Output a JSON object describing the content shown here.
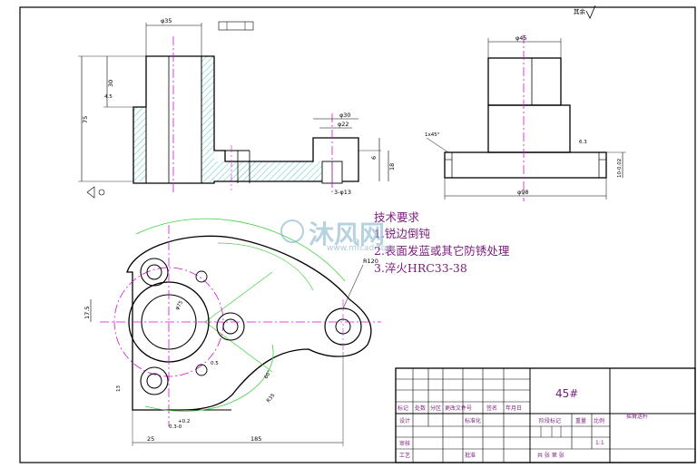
{
  "requirements": {
    "title": "技术要求",
    "line1": "1.锐边倒钝",
    "line2": "2.表面发蓝或其它防锈处理",
    "line3": "3.淬火HRC33-38"
  },
  "watermark": {
    "text": "沐风网",
    "url": "www.mfcad.com"
  },
  "corner_note": "其余",
  "dimensions": {
    "front_top_dia": "φ35",
    "front_h30": "30",
    "front_h75": "75",
    "front_4_5": "4.5",
    "front_dia30": "φ30",
    "front_dia22": "φ22",
    "front_hole": "3-φ13",
    "front_6": "6",
    "front_18": "18",
    "side_dia": "φ45",
    "side_chamfer": "1x45°",
    "side_base": "φ98",
    "side_10": "10-0.02",
    "side_rough": "6.3",
    "top_r120": "R120",
    "top_r35": "R35",
    "top_17_5": "17.5",
    "top_25": "25",
    "top_185": "185",
    "top_dia_a": "φ75",
    "top_13": "13",
    "top_angle": "60°",
    "top_tol": "+0.2",
    "top_tol2": "0.3-0",
    "top_05": "0.5"
  },
  "title_block": {
    "material": "45#",
    "part_name": "摇臂送杆",
    "header_cells": [
      "标记",
      "处数",
      "分区",
      "更改文件号",
      "签名",
      "年月日"
    ],
    "design": "设计",
    "standardize": "标准化",
    "stage_mark": "阶段标记",
    "weight": "重量",
    "scale": "比例",
    "scale_value": "1:1",
    "review": "审核",
    "process": "工艺",
    "approve": "批准",
    "sheets": "共  张 第  张"
  }
}
